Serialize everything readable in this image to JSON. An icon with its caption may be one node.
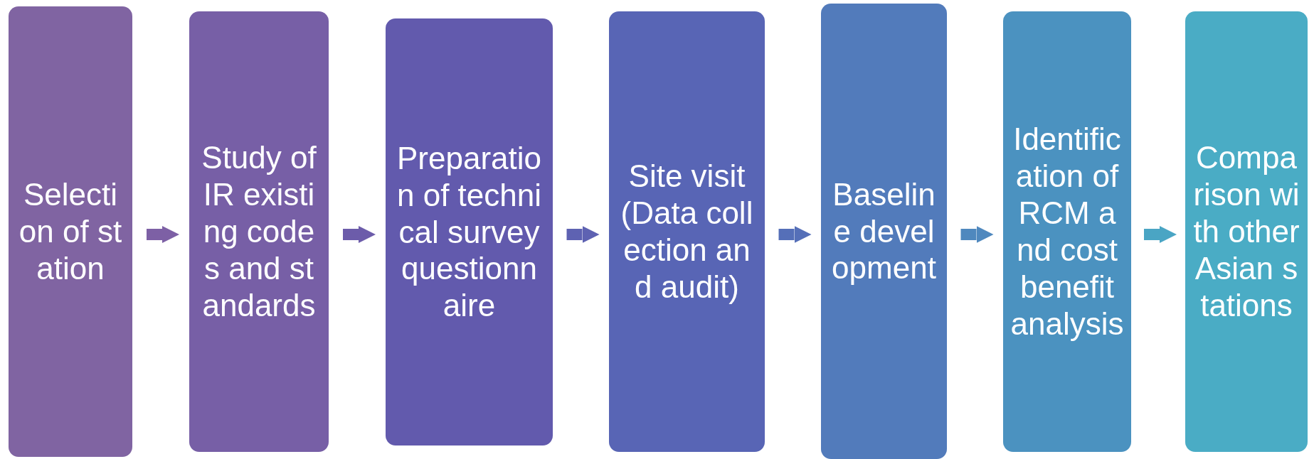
{
  "diagram": {
    "nodes": [
      {
        "text": [
          "Selection of station"
        ]
      },
      {
        "text": [
          "Study of IR existing codes and standards"
        ]
      },
      {
        "text": [
          "Preparation of technical survey questionnaire"
        ]
      },
      {
        "text": [
          "Site visit (Data collection and audit)"
        ]
      },
      {
        "text": [
          "Baseline development"
        ]
      },
      {
        "text": [
          "Identification of RCM and cost benefit analysis"
        ]
      },
      {
        "text": [
          "Comparison with other Asian stations"
        ]
      }
    ],
    "edges": [
      {
        "from": 0,
        "to": 1,
        "arrow": "to",
        "color": "#7d60a5"
      },
      {
        "from": 1,
        "to": 2,
        "arrow": "to",
        "color": "#6c5caa"
      },
      {
        "from": 2,
        "to": 3,
        "arrow": "to",
        "color": "#5e62b2"
      },
      {
        "from": 3,
        "to": 4,
        "arrow": "to",
        "color": "#556fb8"
      },
      {
        "from": 4,
        "to": 5,
        "arrow": "to",
        "color": "#4f88be"
      },
      {
        "from": 5,
        "to": 6,
        "arrow": "to",
        "color": "#4aa5c4"
      }
    ]
  }
}
